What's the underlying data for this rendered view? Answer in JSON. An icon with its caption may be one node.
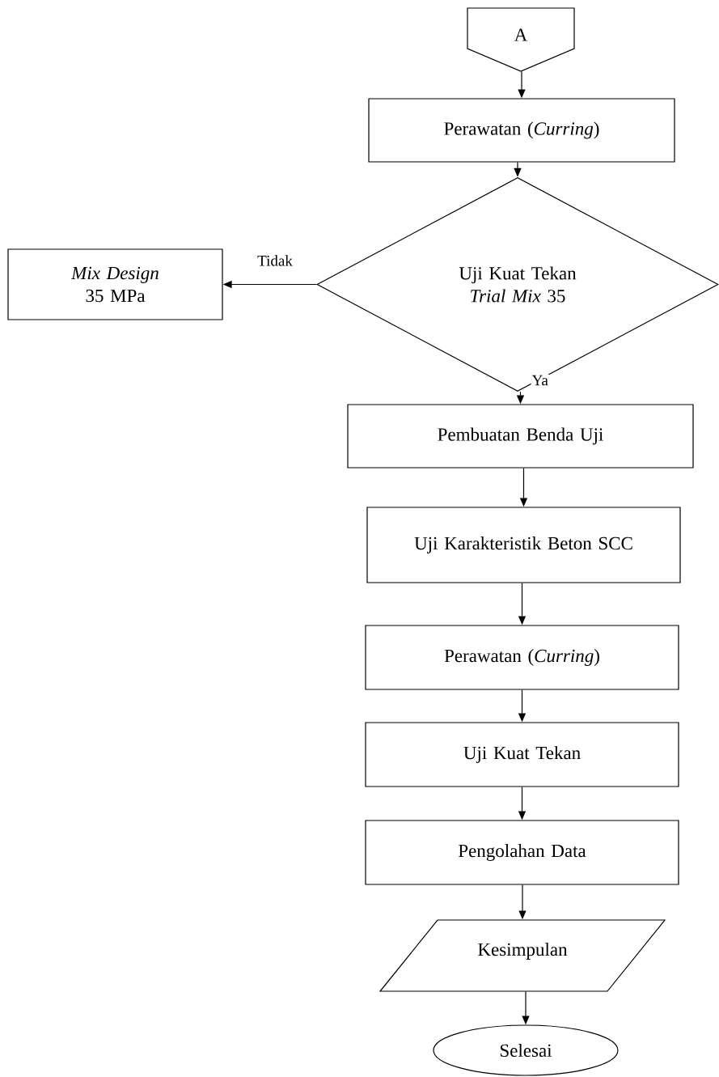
{
  "diagram": {
    "nodes": [
      {
        "text": [
          "A"
        ]
      },
      {
        "text": [
          "Perawatan (*Curring*)"
        ]
      },
      {
        "text": [
          "Uji Kuat Tekan *Trial Mix* 35"
        ]
      },
      {
        "text": [
          "*Mix Design* 35 MPa"
        ]
      },
      {
        "text": [
          "Pembuatan Benda Uji"
        ]
      },
      {
        "text": [
          "Uji Karakteristik Beton SCC"
        ]
      },
      {
        "text": [
          "Perawatan (*Curring*)"
        ]
      },
      {
        "text": [
          "Uji Kuat Tekan"
        ]
      },
      {
        "text": [
          "Pengolahan Data"
        ]
      },
      {
        "text": [
          "Kesimpulan"
        ]
      },
      {
        "text": [
          "Selesai"
        ]
      }
    ],
    "edges": [
      {
        "from": 0,
        "to": 1,
        "arrow": "to"
      },
      {
        "from": 1,
        "to": 2,
        "arrow": "to"
      },
      {
        "from": 2,
        "to": 3,
        "arrow": "to",
        "label": "Tidak"
      },
      {
        "from": 2,
        "to": 4,
        "arrow": "to",
        "label": "Ya"
      },
      {
        "from": 4,
        "to": 5,
        "arrow": "to"
      },
      {
        "from": 5,
        "to": 6,
        "arrow": "to"
      },
      {
        "from": 6,
        "to": 7,
        "arrow": "to"
      },
      {
        "from": 7,
        "to": 8,
        "arrow": "to"
      },
      {
        "from": 8,
        "to": 9,
        "arrow": "to"
      },
      {
        "from": 9,
        "to": 10,
        "arrow": "to"
      }
    ]
  }
}
